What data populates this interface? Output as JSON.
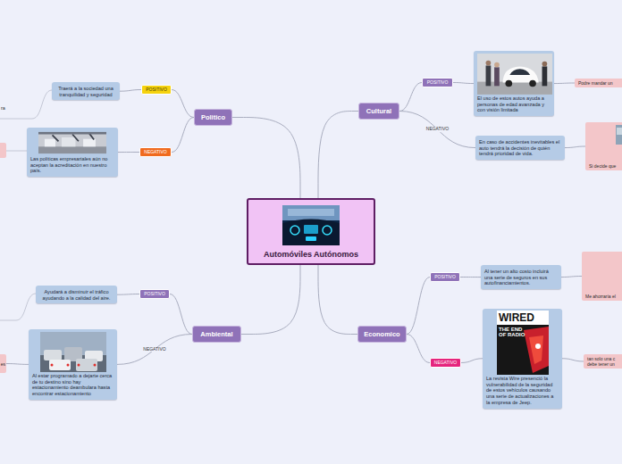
{
  "diagram": {
    "nodes": [
      {
        "text": [
          "Automóviles Autónomos"
        ]
      },
      {
        "text": [
          "Politico"
        ]
      },
      {
        "text": [
          "POSITIVO"
        ]
      },
      {
        "text": [
          "Traerá a la sociedad una tranquilidad y seguridad"
        ]
      },
      {
        "text": [
          "NEGATIVO"
        ]
      },
      {
        "text": [
          "Las políticas empresariales aún no aceptan la acreditación en nuestro país."
        ]
      },
      {
        "text": [
          "Cultural"
        ]
      },
      {
        "text": [
          "POSITIVO"
        ]
      },
      {
        "text": [
          "El uso de estos autos ayuda a personas de edad avanzada y con visión limitada"
        ]
      },
      {
        "text": [
          "Podre mandar un"
        ]
      },
      {
        "text": [
          "En caso de accidentes inevitables el auto tendrá la decisión de quién tendrá prioridad de vida."
        ]
      },
      {
        "text": [
          "Si decide que"
        ]
      },
      {
        "text": [
          "Ambiental"
        ]
      },
      {
        "text": [
          "POSITIVO"
        ]
      },
      {
        "text": [
          "Ayudará a disminuir el tráfico ayudando a la calidad del aire."
        ]
      },
      {
        "text": [
          "Al estar programado a dejarte cerca de tu destino sino hay estacionamiento deambulara hasta encontrar estacionamiento"
        ]
      },
      {
        "text": [
          "es"
        ]
      },
      {
        "text": [
          "Economico"
        ]
      },
      {
        "text": [
          "POSITIVO"
        ]
      },
      {
        "text": [
          "Al tener un alto costo incluirá una serie de seguros en sus autofinanciamientos."
        ]
      },
      {
        "text": [
          "Me ahorraría el"
        ]
      },
      {
        "text": [
          "NEGATIVO"
        ]
      },
      {
        "text": [
          "La revista Wire presenció la vulnerabilidad de la seguridad de estos vehículos causando una serie de actualizaciones a la empresa de Jeep."
        ]
      },
      {
        "text": [
          "tan solo una c debe tener un"
        ]
      }
    ],
    "edges": [
      {
        "from": 0,
        "to": 1,
        "arrow": "none"
      },
      {
        "from": 1,
        "to": 2,
        "arrow": "none"
      },
      {
        "from": 2,
        "to": 3,
        "arrow": "none"
      },
      {
        "from": 1,
        "to": 4,
        "arrow": "none"
      },
      {
        "from": 4,
        "to": 5,
        "arrow": "none"
      },
      {
        "from": 0,
        "to": 6,
        "arrow": "none"
      },
      {
        "from": 6,
        "to": 7,
        "arrow": "none"
      },
      {
        "from": 7,
        "to": 8,
        "arrow": "none"
      },
      {
        "from": 8,
        "to": 9,
        "arrow": "none"
      },
      {
        "from": 6,
        "to": 10,
        "label": "NEGATIVO",
        "arrow": "none"
      },
      {
        "from": 10,
        "to": 11,
        "arrow": "none"
      },
      {
        "from": 0,
        "to": 12,
        "arrow": "none"
      },
      {
        "from": 12,
        "to": 13,
        "arrow": "none"
      },
      {
        "from": 13,
        "to": 14,
        "arrow": "none"
      },
      {
        "from": 12,
        "to": 15,
        "label": "NEGATIVO",
        "arrow": "none"
      },
      {
        "from": 15,
        "to": 16,
        "arrow": "none"
      },
      {
        "from": 0,
        "to": 17,
        "arrow": "none"
      },
      {
        "from": 17,
        "to": 18,
        "arrow": "none"
      },
      {
        "from": 18,
        "to": 19,
        "arrow": "none"
      },
      {
        "from": 19,
        "to": 20,
        "arrow": "none"
      },
      {
        "from": 17,
        "to": 21,
        "arrow": "none"
      },
      {
        "from": 21,
        "to": 22,
        "arrow": "none"
      },
      {
        "from": 22,
        "to": 23,
        "arrow": "none"
      }
    ],
    "labels": [
      "ra",
      "WIRED",
      "THE END OF RADIO"
    ]
  }
}
